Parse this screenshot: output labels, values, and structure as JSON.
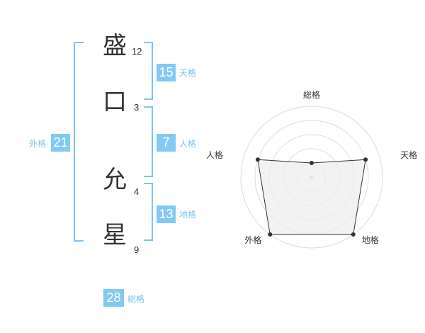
{
  "name": {
    "characters": [
      {
        "char": "盛",
        "strokes": "12"
      },
      {
        "char": "口",
        "strokes": "3"
      },
      {
        "char": "允",
        "strokes": "4"
      },
      {
        "char": "星",
        "strokes": "9"
      }
    ]
  },
  "fortunes": {
    "tenkaku": {
      "value": "15",
      "label": "天格"
    },
    "jinkaku": {
      "value": "7",
      "label": "人格"
    },
    "chikaku": {
      "value": "13",
      "label": "地格"
    },
    "gaikaku": {
      "value": "21",
      "label": "外格"
    },
    "soukaku": {
      "value": "28",
      "label": "総格"
    }
  },
  "chart_data": {
    "type": "radar",
    "axes": [
      "総格",
      "天格",
      "地格",
      "外格",
      "人格"
    ],
    "values": [
      1,
      4,
      5,
      5,
      4
    ],
    "max": 5,
    "rings": 5,
    "colors": {
      "grid": "#dddddd",
      "line": "#333333",
      "fill": "#eeeeee"
    }
  },
  "colors": {
    "accent": "#82c9f3",
    "text": "#333333"
  }
}
